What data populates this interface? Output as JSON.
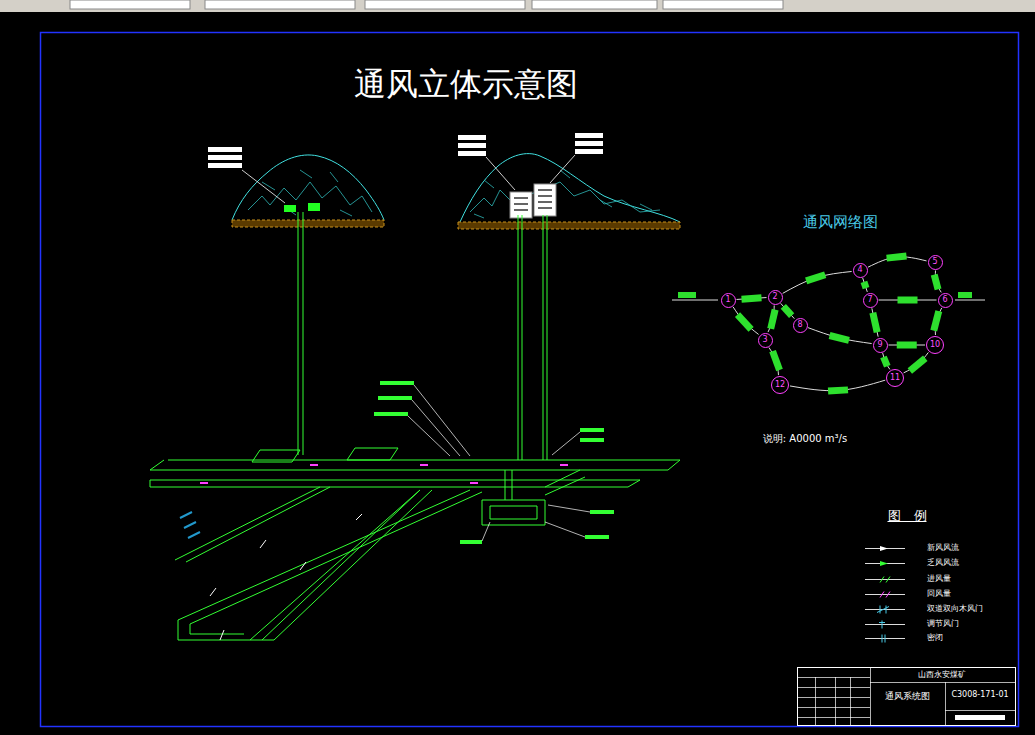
{
  "diagram": {
    "title": "通风立体示意图",
    "nodes": [
      {
        "text": [
          "1"
        ]
      },
      {
        "text": [
          "2"
        ]
      },
      {
        "text": [
          "3"
        ]
      },
      {
        "text": [
          "4"
        ]
      },
      {
        "text": [
          "5"
        ]
      },
      {
        "text": [
          "6"
        ]
      },
      {
        "text": [
          "7"
        ]
      },
      {
        "text": [
          "8"
        ]
      },
      {
        "text": [
          "9"
        ]
      },
      {
        "text": [
          "10"
        ]
      },
      {
        "text": [
          "11"
        ]
      },
      {
        "text": [
          "12"
        ]
      }
    ],
    "edges": [
      {
        "from": 0,
        "to": 1,
        "arrow": "none"
      },
      {
        "from": 0,
        "to": 2,
        "arrow": "none"
      },
      {
        "from": 1,
        "to": 7,
        "arrow": "none"
      },
      {
        "from": 1,
        "to": 3,
        "arrow": "none"
      },
      {
        "from": 3,
        "to": 4,
        "arrow": "none"
      },
      {
        "from": 4,
        "to": 5,
        "arrow": "none"
      },
      {
        "from": 3,
        "to": 6,
        "arrow": "none"
      },
      {
        "from": 6,
        "to": 8,
        "arrow": "none"
      },
      {
        "from": 7,
        "to": 8,
        "arrow": "none"
      },
      {
        "from": 2,
        "to": 11,
        "arrow": "none"
      },
      {
        "from": 11,
        "to": 10,
        "arrow": "none"
      },
      {
        "from": 8,
        "to": 10,
        "arrow": "none"
      },
      {
        "from": 8,
        "to": 9,
        "arrow": "none"
      },
      {
        "from": 5,
        "to": 9,
        "arrow": "none"
      },
      {
        "from": 10,
        "to": 9,
        "arrow": "none"
      },
      {
        "from": 1,
        "to": 2,
        "arrow": "none"
      },
      {
        "from": 6,
        "to": 5,
        "arrow": "none"
      }
    ],
    "labels": [
      "通风网络图",
      "说明: A0000 m³/s",
      "图　例",
      "山西永安煤矿",
      "通风系统图",
      "C3008-171-01"
    ],
    "legend": [
      {
        "text": "新风风流"
      },
      {
        "text": "乏风风流"
      },
      {
        "text": "进风量"
      },
      {
        "text": "回风量"
      },
      {
        "text": "双道双向木风门"
      },
      {
        "text": "调节风门"
      },
      {
        "text": "密闭"
      }
    ]
  }
}
